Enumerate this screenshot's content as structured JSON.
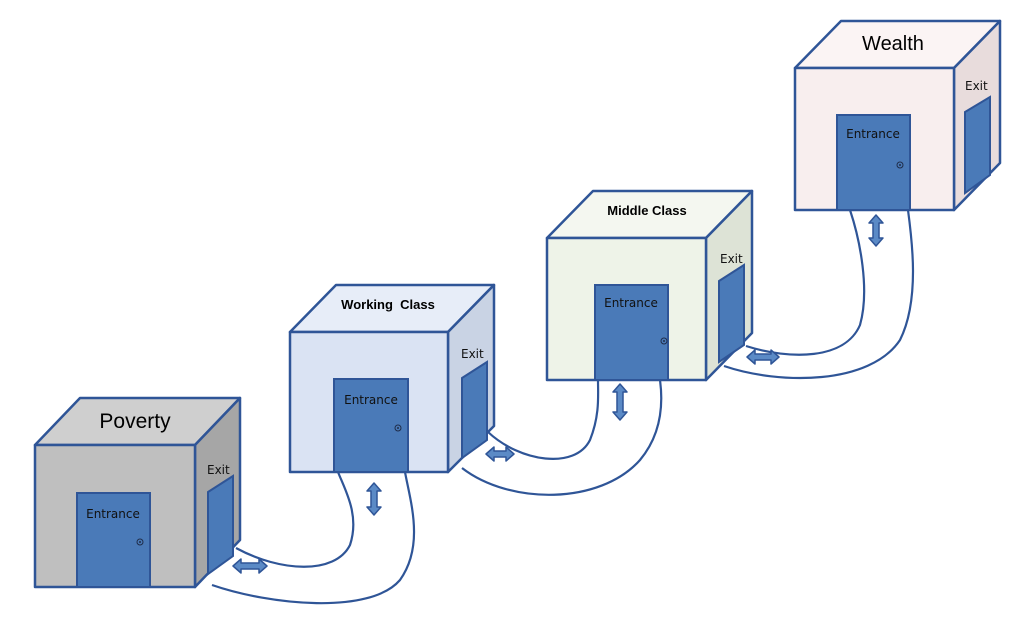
{
  "colors": {
    "outline": "#2f5597",
    "door": "#4a7ab8",
    "arrow": "#5b8ac6"
  },
  "boxes": [
    {
      "id": "poverty",
      "title": "Poverty",
      "entrance_label": "Entrance",
      "exit_label": "Exit",
      "front_color": "#bfbfbf",
      "top_color": "#cfcfcf",
      "side_color": "#a6a6a6"
    },
    {
      "id": "working-class",
      "title": "Working  Class",
      "entrance_label": "Entrance",
      "exit_label": "Exit",
      "front_color": "#dae3f3",
      "top_color": "#e7edf8",
      "side_color": "#c9d3e4"
    },
    {
      "id": "middle-class",
      "title": "Middle Class",
      "entrance_label": "Entrance",
      "exit_label": "Exit",
      "front_color": "#eef3e8",
      "top_color": "#f4f7f0",
      "side_color": "#dde3d6"
    },
    {
      "id": "wealth",
      "title": "Wealth",
      "entrance_label": "Entrance",
      "exit_label": "Exit",
      "front_color": "#f8eeee",
      "top_color": "#fbf4f4",
      "side_color": "#e8dcdc"
    }
  ]
}
